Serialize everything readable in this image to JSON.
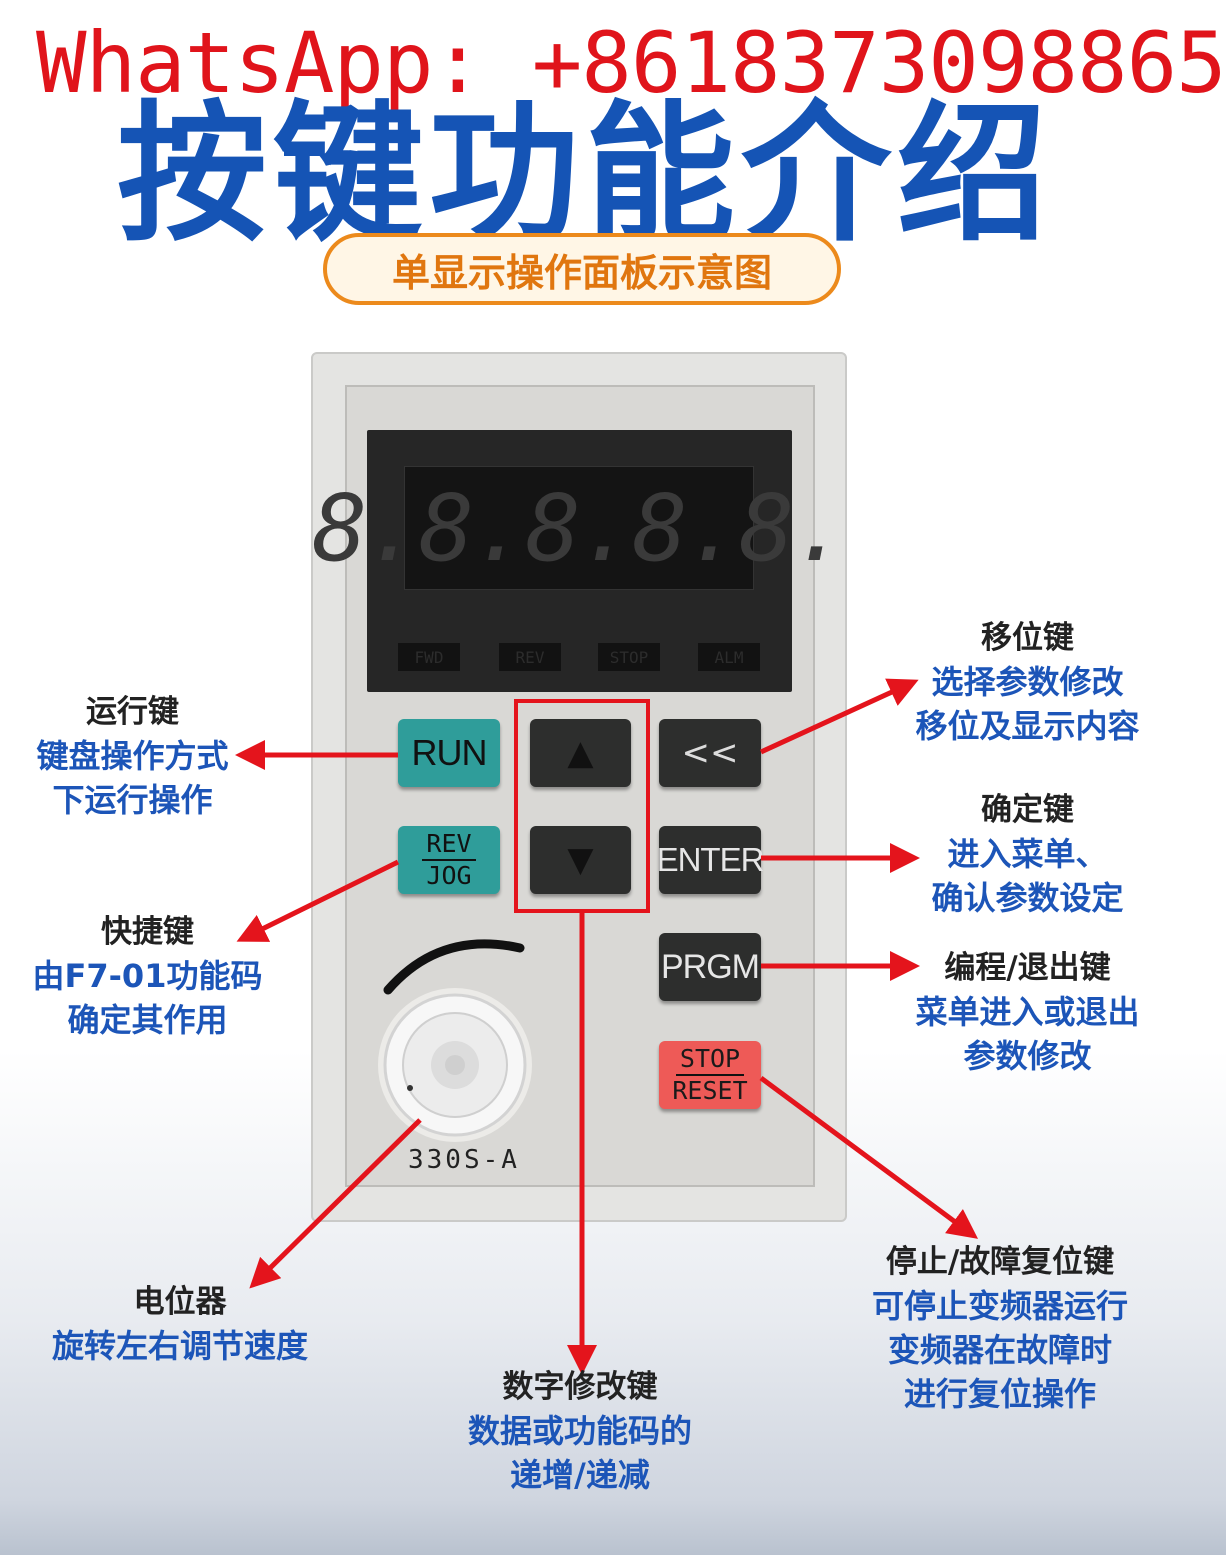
{
  "watermark": "WhatsApp: +8618373098865",
  "page_title": "按键功能介绍",
  "subtitle": "单显示操作面板示意图",
  "display": {
    "digits": "8.8.8.8.8.",
    "indicators": [
      "FWD",
      "REV",
      "STOP",
      "ALM"
    ]
  },
  "buttons": {
    "run": "RUN",
    "rev_top": "REV",
    "rev_bottom": "JOG",
    "up": "▲",
    "down": "▼",
    "shift": "<<",
    "enter": "ENTER",
    "prgm": "PRGM",
    "stop_top": "STOP",
    "stop_bottom": "RESET"
  },
  "model": "330S-A",
  "labels": {
    "run": {
      "title": "运行键",
      "lines": [
        "键盘操作方式",
        "下运行操作"
      ]
    },
    "shortcut": {
      "title": "快捷键",
      "lines": [
        "由F7-01功能码",
        "确定其作用"
      ]
    },
    "pot": {
      "title": "电位器",
      "lines": [
        "旋转左右调节速度"
      ]
    },
    "digit": {
      "title": "数字修改键",
      "lines": [
        "数据或功能码的",
        "递增/递减"
      ]
    },
    "shift": {
      "title": "移位键",
      "lines": [
        "选择参数修改",
        "移位及显示内容"
      ]
    },
    "enter": {
      "title": "确定键",
      "lines": [
        "进入菜单、",
        "确认参数设定"
      ]
    },
    "prgm": {
      "title": "编程/退出键",
      "lines": [
        "菜单进入或退出",
        "参数修改"
      ]
    },
    "stop": {
      "title": "停止/故障复位键",
      "lines": [
        "可停止变频器运行",
        "变频器在故障时",
        "进行复位操作"
      ]
    }
  },
  "colors": {
    "accent_blue": "#1c55b8",
    "arrow_red": "#e4141c",
    "pill_orange": "#ec8a1c",
    "run_teal": "#2f9d9a",
    "stop_red": "#ee5a57"
  }
}
